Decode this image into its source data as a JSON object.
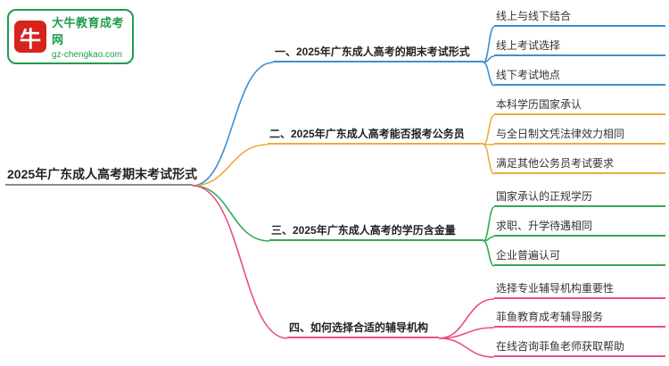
{
  "logo": {
    "brand": "大牛教育成考网",
    "domain": "gz-chengkao.com",
    "icon_glyph": "牛"
  },
  "root": {
    "label": "2025年广东成人高考期末考试形式"
  },
  "colors": {
    "branch1": "#3e8fd0",
    "branch2": "#edab3d",
    "branch3": "#34a853",
    "branch4": "#ea4c89",
    "root_line": "#8c8c8c",
    "logo_green": "#1f9d4d",
    "logo_red": "#d7231d"
  },
  "branches": [
    {
      "label": "一、2025年广东成人高考的期末考试形式",
      "color": "#3e8fd0",
      "children": [
        "线上与线下结合",
        "线上考试选择",
        "线下考试地点"
      ]
    },
    {
      "label": "二、2025年广东成人高考能否报考公务员",
      "color": "#edab3d",
      "children": [
        "本科学历国家承认",
        "与全日制文凭法律效力相同",
        "满足其他公务员考试要求"
      ]
    },
    {
      "label": "三、2025年广东成人高考的学历含金量",
      "color": "#34a853",
      "children": [
        "国家承认的正规学历",
        "求职、升学待遇相同",
        "企业普遍认可"
      ]
    },
    {
      "label": "四、如何选择合适的辅导机构",
      "color": "#ea4c89",
      "children": [
        "选择专业辅导机构重要性",
        "菲鱼教育成考辅导服务",
        "在线咨询菲鱼老师获取帮助"
      ]
    }
  ]
}
